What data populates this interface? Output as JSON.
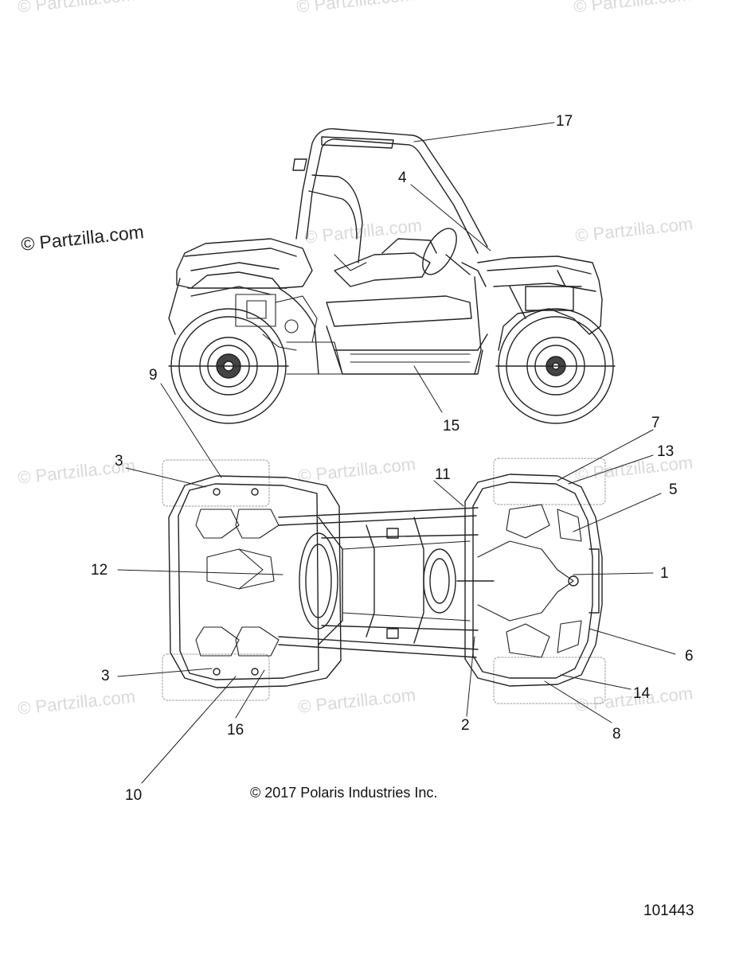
{
  "watermark": {
    "text": "Partzilla.com",
    "symbol": "©",
    "prominent_text": "© Partzilla.com"
  },
  "callouts": [
    "1",
    "2",
    "3",
    "3",
    "4",
    "5",
    "6",
    "7",
    "8",
    "9",
    "10",
    "11",
    "12",
    "13",
    "14",
    "15",
    "16",
    "17"
  ],
  "copyright": "© 2017 Polaris Industries Inc.",
  "figure_number": "101443",
  "colors": {
    "line": "#222222",
    "watermark": "#d9d9d9",
    "background": "#ffffff"
  }
}
